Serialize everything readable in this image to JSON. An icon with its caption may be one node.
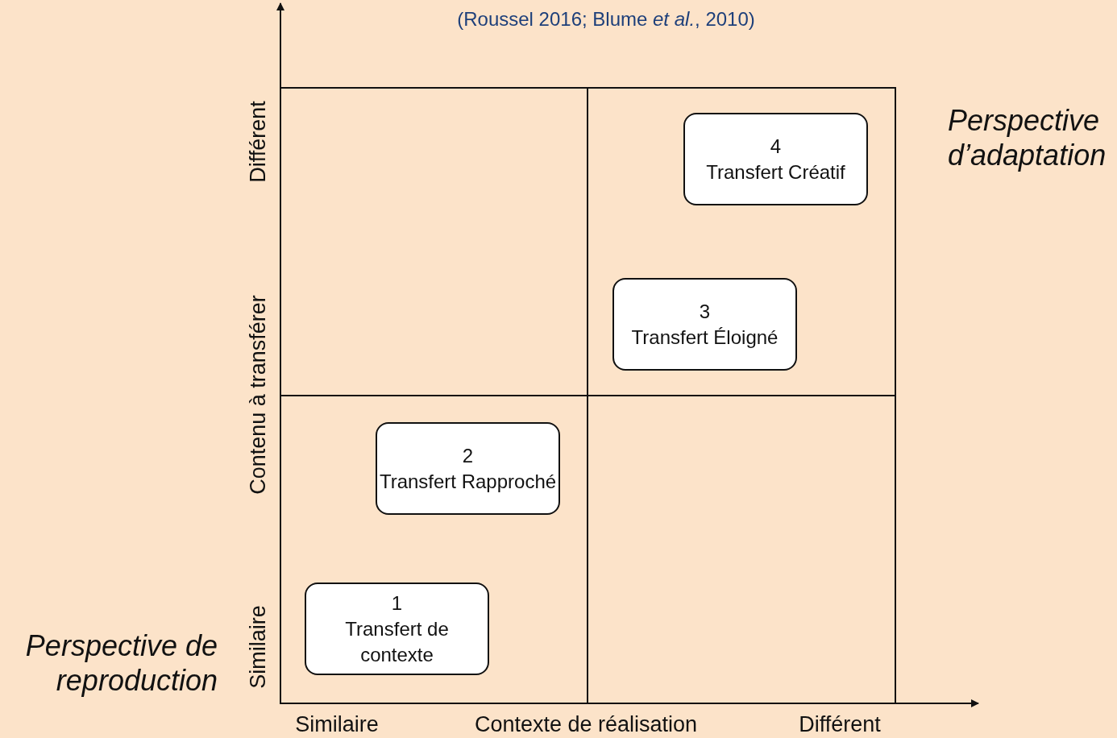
{
  "diagram": {
    "title": "(Roussel 2016; Blume *et al.*, 2010)",
    "nodes": [
      {
        "text": [
          "4",
          "Transfert Créatif"
        ]
      },
      {
        "text": [
          "3",
          "Transfert Éloigné"
        ]
      },
      {
        "text": [
          "2",
          "Transfert Rapproché"
        ]
      },
      {
        "text": [
          "1",
          "Transfert de contexte"
        ]
      }
    ],
    "edges": [],
    "labels": [
      "Perspective d’adaptation",
      "Différent",
      "Contenu à transférer",
      "Similaire",
      "Perspective de reproduction",
      "Similaire",
      "Contexte de réalisation",
      "Différent"
    ]
  }
}
